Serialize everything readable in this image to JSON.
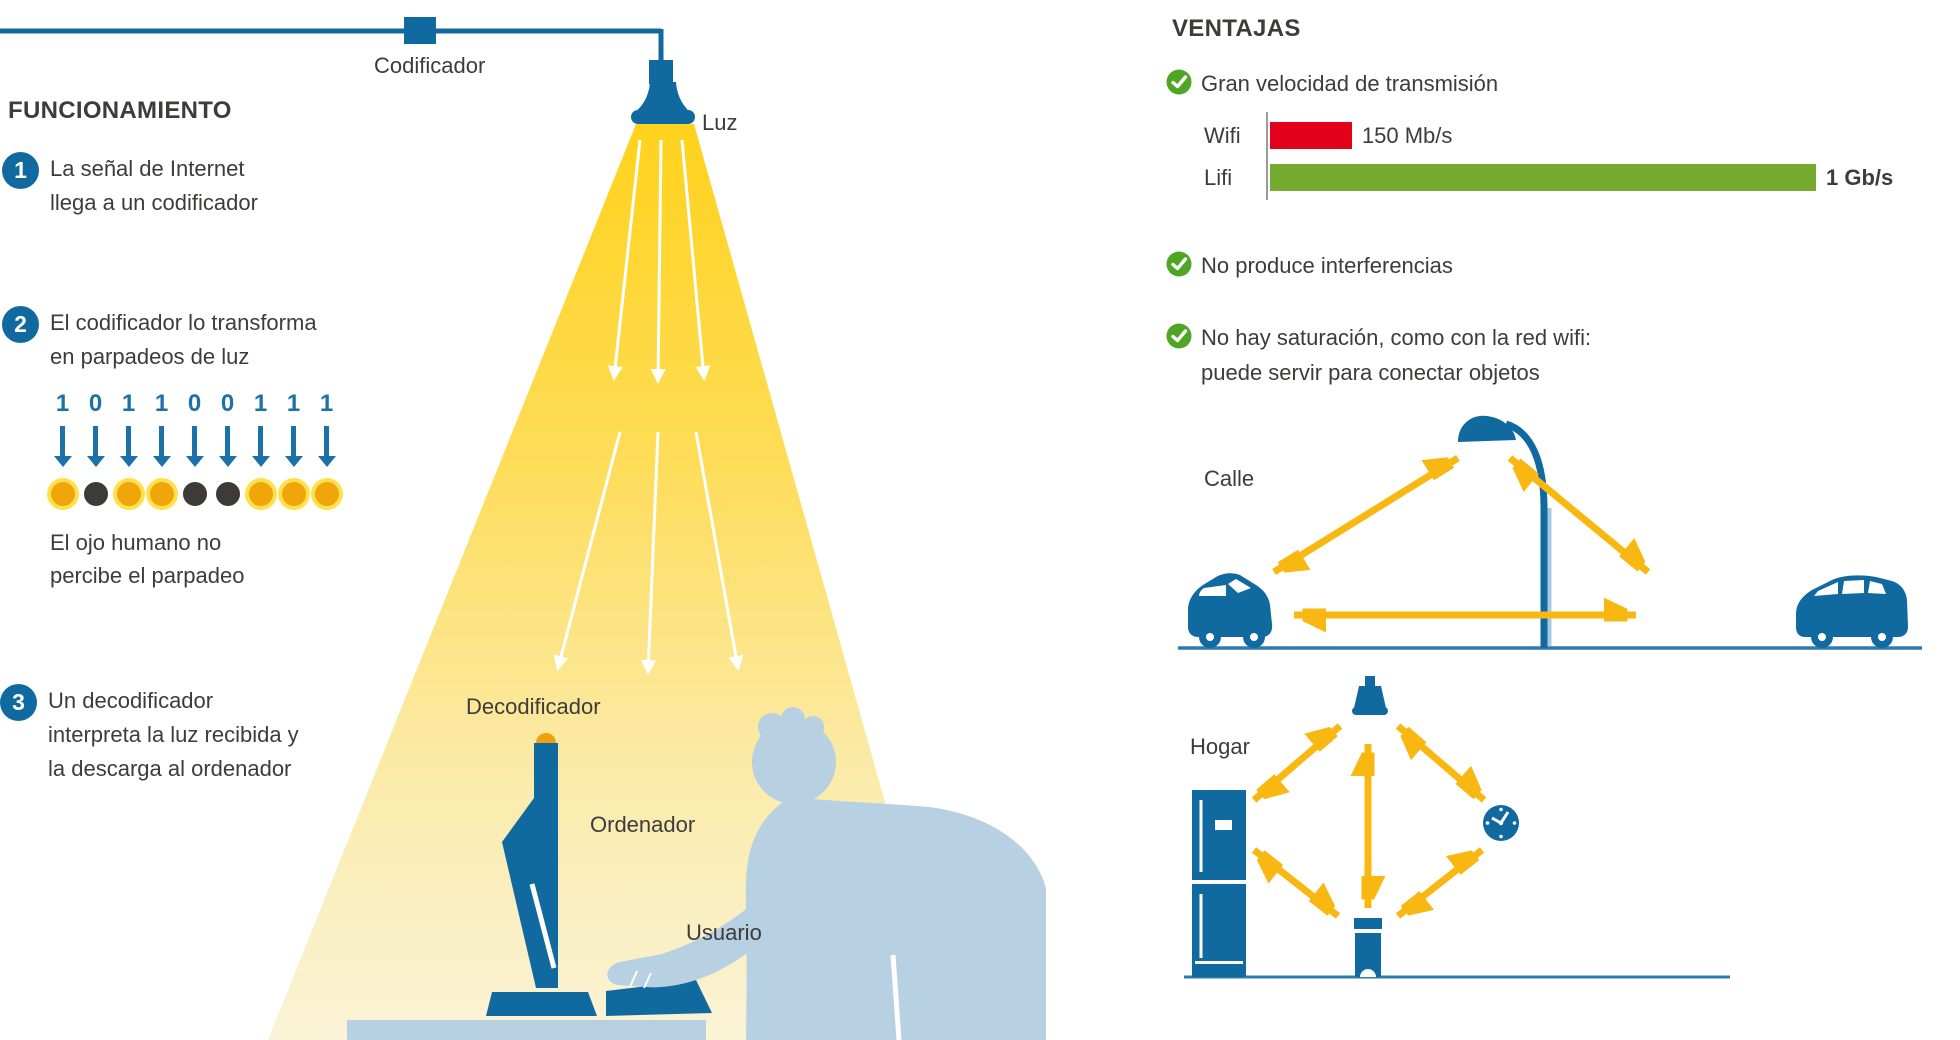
{
  "funcionamiento": {
    "title": "FUNCIONAMIENTO",
    "steps": [
      {
        "num": "1",
        "lines": [
          "La señal de Internet",
          "llega a un codificador"
        ]
      },
      {
        "num": "2",
        "lines": [
          "El codificador lo transforma",
          "en parpadeos de luz"
        ]
      },
      {
        "num": "3",
        "lines": [
          "Un decodificador",
          "interpreta la luz recibida y",
          "la descarga al ordenador"
        ]
      }
    ],
    "binary": {
      "digits": [
        "1",
        "0",
        "1",
        "1",
        "0",
        "0",
        "1",
        "1",
        "1"
      ],
      "caption": [
        "El ojo humano no",
        "percibe el parpadeo"
      ]
    },
    "labels": {
      "codificador": "Codificador",
      "luz": "Luz",
      "decodificador": "Decodificador",
      "ordenador": "Ordenador",
      "usuario": "Usuario"
    }
  },
  "ventajas": {
    "title": "VENTAJAS",
    "item1": "Gran velocidad de transmisión",
    "item2": "No produce interferencias",
    "item3_line1": "No hay saturación, como con la red wifi:",
    "item3_line2": "puede servir para conectar objetos",
    "scene_calle": "Calle",
    "scene_hogar": "Hogar"
  },
  "chart_data": {
    "type": "bar",
    "orientation": "horizontal",
    "title": "Gran velocidad de transmisión",
    "categories": [
      "Wifi",
      "Lifi"
    ],
    "values_mbps": [
      150,
      1000
    ],
    "value_labels": [
      "150 Mb/s",
      "1 Gb/s"
    ],
    "bar_colors": [
      "#E2001A",
      "#76AB2F"
    ],
    "xlim": [
      0,
      1000
    ],
    "legend": false,
    "grid": false
  },
  "icons": {
    "check": "check-icon",
    "lamp": "hanging-lamp-icon",
    "monitor": "monitor-side-icon",
    "keyboard": "keyboard-icon",
    "person": "user-silhouette",
    "street_lamp": "street-lamp-icon",
    "car_left": "car-icon",
    "car_right": "minivan-icon",
    "ceiling_light": "ceiling-light-icon",
    "fridge": "fridge-icon",
    "clock": "wall-clock-icon",
    "smart_device": "smart-bin-icon"
  },
  "colors": {
    "brand_blue": "#116A9F",
    "light_blue": "#B7D0E2",
    "cone_yellow_top": "#FFD21C",
    "cone_yellow_bottom": "#FAF3D6",
    "arrow_yellow": "#F9B712",
    "check_green": "#4FA625",
    "bar_green": "#76AB2F",
    "bar_red": "#E2001A",
    "pulse_amber": "#F0A50A",
    "pulse_ring": "#FFE14D",
    "pulse_off": "#3E3A39",
    "text_dark": "#3C3C3B",
    "digit_blue": "#1B71A8"
  }
}
